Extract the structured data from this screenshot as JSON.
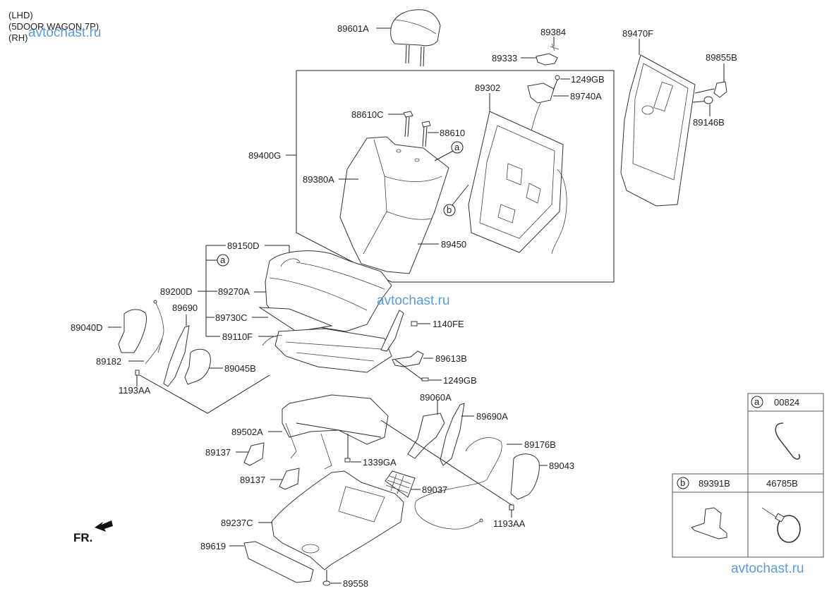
{
  "header": {
    "lines": [
      "(LHD)",
      "(5DOOR WAGON 7P)",
      "(RH)"
    ]
  },
  "watermarks": [
    "avtochast.ru",
    "avtochast.ru",
    "avtochast.ru"
  ],
  "direction_marker": {
    "label": "FR.",
    "icon": "arrow-icon"
  },
  "parts": {
    "p89601A": "89601A",
    "p89384": "89384",
    "p89333": "89333",
    "p89470F": "89470F",
    "p89855B": "89855B",
    "p89146B": "89146B",
    "p1249GB_top": "1249GB",
    "p89740A": "89740A",
    "p89302": "89302",
    "p88610C": "88610C",
    "p88610": "88610",
    "p89400G": "89400G",
    "p89380A": "89380A",
    "p89450": "89450",
    "p89150D": "89150D",
    "p89200D": "89200D",
    "p89270A": "89270A",
    "p89730C": "89730C",
    "p89110F": "89110F",
    "p89040D": "89040D",
    "p89690": "89690",
    "p89182": "89182",
    "p89045B": "89045B",
    "p1193AA_left": "1193AA",
    "p1140FE": "1140FE",
    "p89613B": "89613B",
    "p1249GB_mid": "1249GB",
    "p89060A": "89060A",
    "p89690A": "89690A",
    "p89502A": "89502A",
    "p89137_a": "89137",
    "p89137_b": "89137",
    "p1339GA": "1339GA",
    "p89176B": "89176B",
    "p89043": "89043",
    "p89037": "89037",
    "p89237C": "89237C",
    "p1193AA_right": "1193AA",
    "p89619": "89619",
    "p89558": "89558"
  },
  "callouts": {
    "a": "a",
    "b": "b"
  },
  "legend_table": {
    "cell_a": {
      "marker": "a",
      "part": "00824"
    },
    "cell_b": {
      "marker": "b",
      "part": "89391B"
    },
    "cell_c": {
      "part": "46785B"
    }
  }
}
